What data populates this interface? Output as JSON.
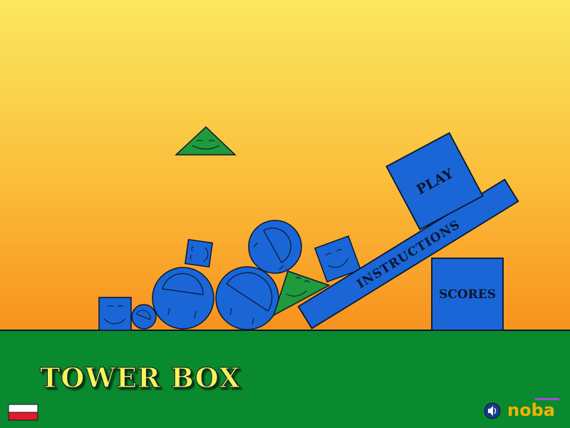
{
  "game": {
    "title": "TOWER BOX",
    "menu": {
      "play_label": "PLAY",
      "instructions_label": "INSTRUCTIONS",
      "scores_label": "SCORES"
    },
    "footer": {
      "brand_logo_text": "noba",
      "language_flag": "poland-flag-icon",
      "sound_icon": "speaker-icon"
    }
  },
  "colors": {
    "sky_top": "#fbe65a",
    "sky_bottom": "#f7921e",
    "ground": "#0a8a2e",
    "block_blue": "#1a66d6",
    "block_green": "#1f9a3c",
    "title_yellow": "#f6f25a",
    "outline": "#0a1530"
  }
}
